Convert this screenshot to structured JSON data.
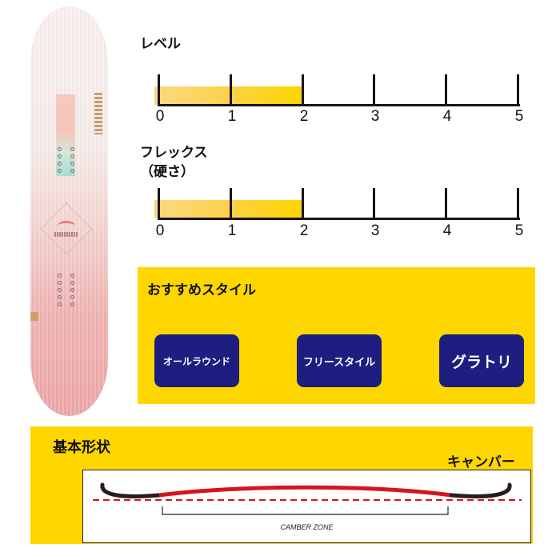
{
  "product_image": {
    "label": "snowboard-image",
    "colors": {
      "top": "#f8f0ee",
      "middle": "#f3d2cf",
      "bottom": "#eea6a7",
      "accent_mint": "#a9ddd2",
      "accent_peach": "#f5c9bd"
    }
  },
  "level": {
    "title": "レベル",
    "value": 2,
    "max": 5,
    "ticks": [
      "0",
      "1",
      "2",
      "3",
      "4",
      "5"
    ]
  },
  "flex": {
    "title_line1": "フレックス",
    "title_line2": "（硬さ）",
    "value": 2,
    "max": 5,
    "ticks": [
      "0",
      "1",
      "2",
      "3",
      "4",
      "5"
    ]
  },
  "recommended_style": {
    "title": "おすすめスタイル",
    "styles": [
      {
        "label": "オールラウンド"
      },
      {
        "label": "フリースタイル"
      },
      {
        "label": "グラトリ"
      }
    ],
    "colors": {
      "background": "#fed600",
      "button": "#1d1e80",
      "button_text": "#ffffff"
    }
  },
  "basic_shape": {
    "title": "基本形状",
    "profile_name": "キャンバー",
    "zone_label": "CAMBER ZONE",
    "colors": {
      "camber": "#d7141f",
      "tip_tail": "#2a1c1c",
      "baseline": "#d7141f"
    }
  },
  "chart_data": [
    {
      "type": "bar",
      "title": "レベル",
      "categories": [
        "レベル"
      ],
      "values": [
        2
      ],
      "xlim": [
        0,
        5
      ],
      "xticks": [
        0,
        1,
        2,
        3,
        4,
        5
      ],
      "orientation": "horizontal"
    },
    {
      "type": "bar",
      "title": "フレックス（硬さ）",
      "categories": [
        "フレックス"
      ],
      "values": [
        2
      ],
      "xlim": [
        0,
        5
      ],
      "xticks": [
        0,
        1,
        2,
        3,
        4,
        5
      ],
      "orientation": "horizontal"
    }
  ]
}
